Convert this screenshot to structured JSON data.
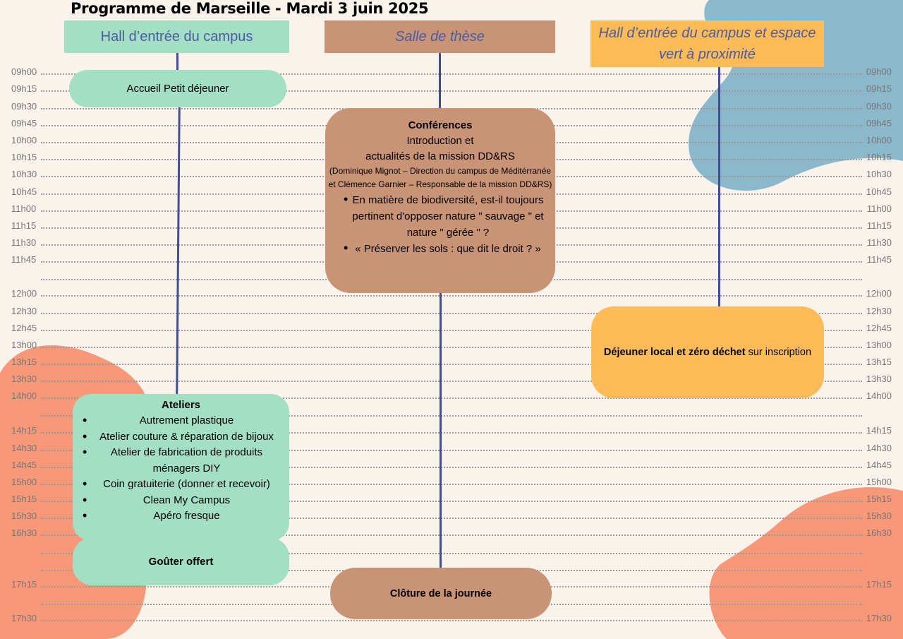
{
  "title": "Programme de Marseille - Mardi 3 juin 2025",
  "colors": {
    "background": "#faf3ec",
    "mint": "#a3dfc4",
    "terracotta": "#c99476",
    "amber": "#ffbb57",
    "coral": "#f79879",
    "steel_blue": "#8bb8cb",
    "line": "#3f4f91",
    "header_text": "#4c5b9e"
  },
  "headers": {
    "left": "Hall d’entrée du campus",
    "center": "Salle de thèse",
    "right": "Hall d’entrée du campus et espace vert à proximité"
  },
  "times_left": [
    "09h00",
    "09h15",
    "09h30",
    "09h45",
    "10h00",
    "10h15",
    "10h30",
    "10h45",
    "11h00",
    "11h15",
    "11h30",
    "11h45",
    "",
    "12h00",
    "12h30",
    "12h45",
    "13h00",
    "13h15",
    "13h30",
    "14h00",
    "",
    "14h15",
    "14h30",
    "14h45",
    "15h00",
    "15h15",
    "15h30",
    "16h30",
    "",
    "",
    "17h15",
    "",
    "17h30"
  ],
  "times_right": [
    "09h00",
    "09h15",
    "09h30",
    "09h45",
    "10h00",
    "10h15",
    "10h30",
    "10h45",
    "11h00",
    "11h15",
    "11h30",
    "11h45",
    "",
    "12h00",
    "12h30",
    "12h45",
    "13h00",
    "13h15",
    "13h30",
    "14h00",
    "",
    "14h15",
    "14h30",
    "14h45",
    "15h00",
    "15h15",
    "15h30",
    "16h30",
    "",
    "",
    "17h15",
    "",
    "17h30"
  ],
  "events": {
    "accueil": "Accueil Petit déjeuner",
    "conferences": {
      "title": "Conférences",
      "intro_line1": "Introduction et",
      "intro_line2": "actualités de la mission DD&RS",
      "speakers": "(Dominique Mignot – Direction du campus de Méditérranée et Clémence Garnier – Responsable de la mission DD&RS)",
      "items": [
        "En matière de biodiversité, est-il toujours pertinent d'opposer nature \" sauvage \" et nature \" gérée \" ?",
        "« Préserver les sols : que dit le droit ? »"
      ]
    },
    "dejeuner": {
      "bold": "Déjeuner local et zéro déchet",
      "rest": " sur inscription"
    },
    "ateliers": {
      "title": "Ateliers",
      "items": [
        "Autrement plastique",
        "Atelier couture & réparation de bijoux",
        "Atelier de fabrication de produits ménagers DIY",
        "Coin gratuiterie (donner et recevoir)",
        "Clean My Campus",
        "Apéro fresque"
      ]
    },
    "gouter": "Goûter offert",
    "cloture": "Clôture de la journée"
  }
}
